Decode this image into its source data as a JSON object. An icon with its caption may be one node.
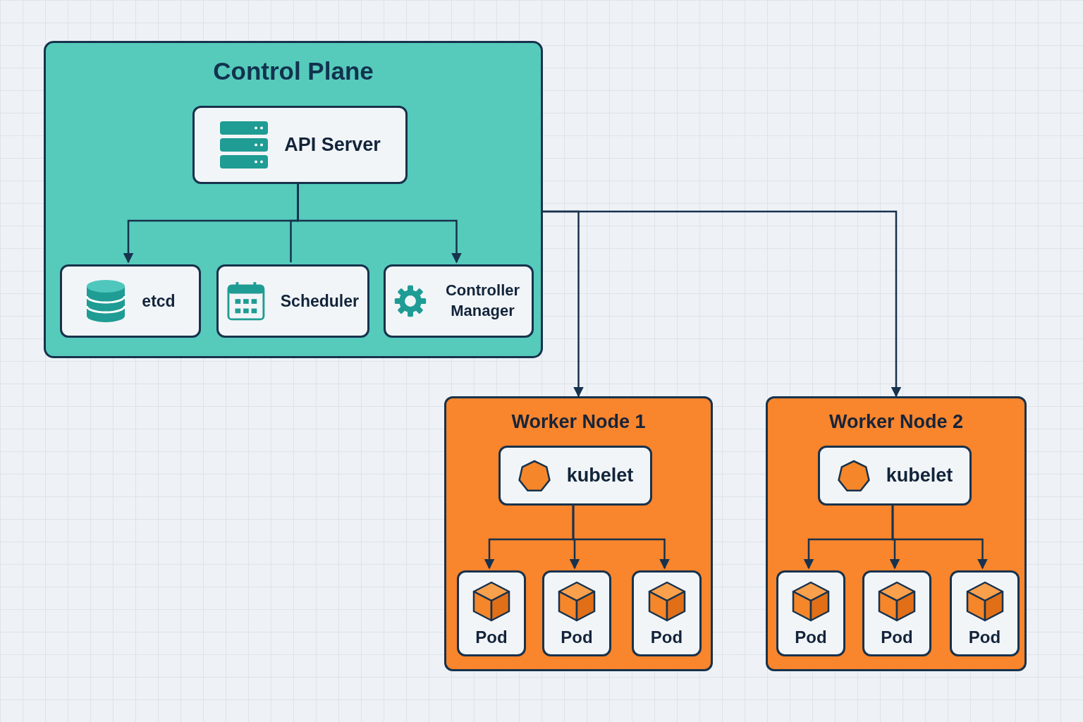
{
  "diagram": {
    "nodes": [
      {
        "text": [
          "Control Plane"
        ]
      },
      {
        "text": [
          "API Server"
        ],
        "in": 0
      },
      {
        "text": [
          "etcd"
        ],
        "in": 0
      },
      {
        "text": [
          "Scheduler"
        ],
        "in": 0
      },
      {
        "text": [
          "Controller Manager"
        ],
        "in": 0
      },
      {
        "text": [
          "Worker Node 1"
        ]
      },
      {
        "text": [
          "kubelet"
        ],
        "in": 5
      },
      {
        "text": [
          "Pod"
        ],
        "in": 5
      },
      {
        "text": [
          "Pod"
        ],
        "in": 5
      },
      {
        "text": [
          "Pod"
        ],
        "in": 5
      },
      {
        "text": [
          "Worker Node 2"
        ]
      },
      {
        "text": [
          "kubelet"
        ],
        "in": 10
      },
      {
        "text": [
          "Pod"
        ],
        "in": 10
      },
      {
        "text": [
          "Pod"
        ],
        "in": 10
      },
      {
        "text": [
          "Pod"
        ],
        "in": 10
      }
    ],
    "edges": [
      {
        "from": 1,
        "to": 2,
        "arrow": "to"
      },
      {
        "from": 1,
        "to": 3,
        "arrow": "none"
      },
      {
        "from": 1,
        "to": 4,
        "arrow": "to"
      },
      {
        "from": 0,
        "to": 5,
        "arrow": "to"
      },
      {
        "from": 0,
        "to": 10,
        "arrow": "to"
      },
      {
        "from": 6,
        "to": 7,
        "arrow": "to"
      },
      {
        "from": 6,
        "to": 8,
        "arrow": "to"
      },
      {
        "from": 6,
        "to": 9,
        "arrow": "to"
      },
      {
        "from": 11,
        "to": 12,
        "arrow": "to"
      },
      {
        "from": 11,
        "to": 13,
        "arrow": "to"
      },
      {
        "from": 11,
        "to": 14,
        "arrow": "to"
      }
    ]
  }
}
